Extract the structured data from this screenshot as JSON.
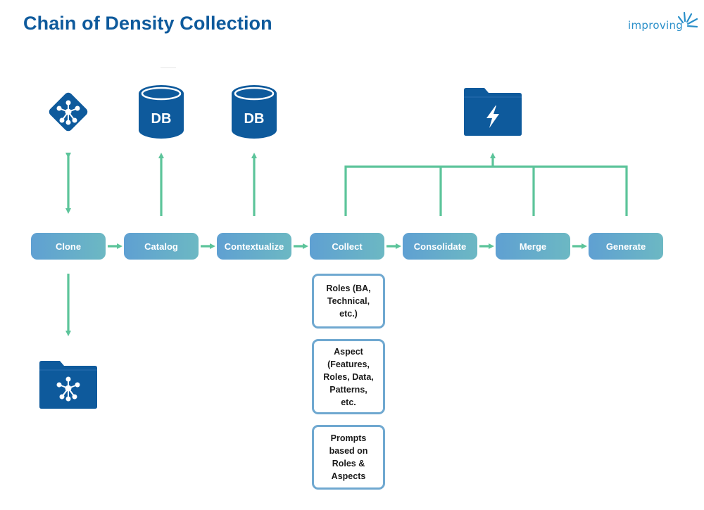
{
  "title": "Chain of Density Collection",
  "logo": {
    "text": "improving"
  },
  "steps": [
    {
      "label": "Clone"
    },
    {
      "label": "Catalog"
    },
    {
      "label": "Contextualize"
    },
    {
      "label": "Collect"
    },
    {
      "label": "Consolidate"
    },
    {
      "label": "Merge"
    },
    {
      "label": "Generate"
    }
  ],
  "cards": [
    {
      "text": "Roles (BA,\nTechnical,\netc.)"
    },
    {
      "text": "Aspect\n(Features,\nRoles, Data,\nPatterns,\netc."
    },
    {
      "text": "Prompts\nbased on\nRoles &\nAspects"
    }
  ],
  "icons": {
    "git": "git-network-icon",
    "db_label_1": "DB",
    "db_label_2": "DB",
    "output_folder": "lightning-folder-icon",
    "repo_folder": "network-folder-icon"
  },
  "colors": {
    "arrow": "#5cc49a",
    "brand": "#0e5a9c",
    "step_start": "#5fa0d2",
    "step_end": "#6cb8c3",
    "card_border": "#6fa8d0"
  }
}
